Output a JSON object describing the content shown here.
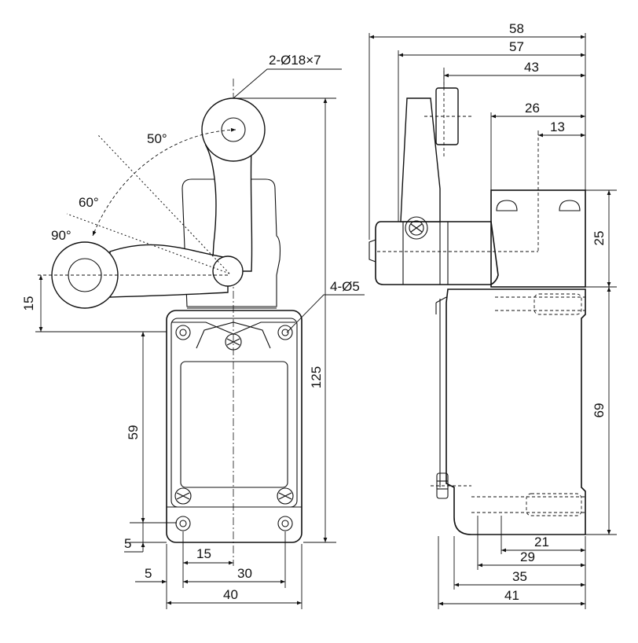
{
  "labels": {
    "roller_spec": "2-Ø18×7",
    "mount_holes": "4-Ø5",
    "angle_50": "50°",
    "angle_60": "60°",
    "angle_90": "90°"
  },
  "front_view_dims": {
    "d15_left": "15",
    "d59": "59",
    "d125": "125",
    "d5_left": "5",
    "d15_bottom": "15",
    "d5_bottom": "5",
    "d30": "30",
    "d40": "40"
  },
  "side_view_dims": {
    "d58": "58",
    "d57": "57",
    "d43": "43",
    "d26": "26",
    "d13": "13",
    "d25": "25",
    "d69": "69",
    "d21": "21",
    "d29": "29",
    "d35": "35",
    "d41": "41"
  }
}
